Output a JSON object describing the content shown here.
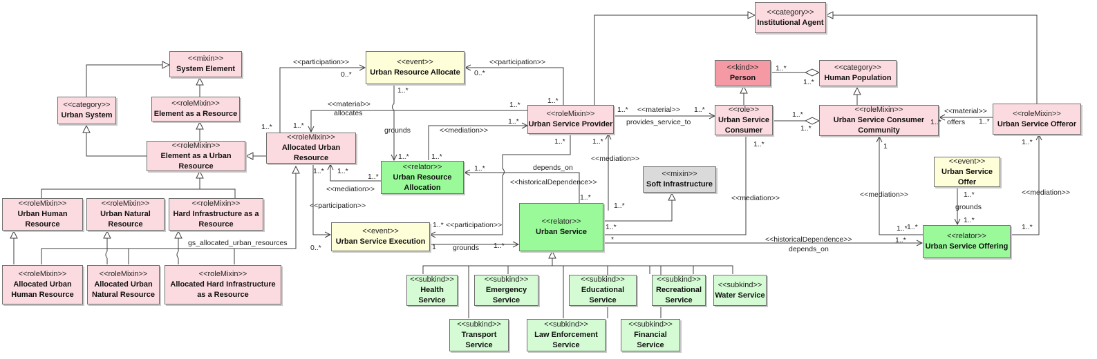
{
  "colors": {
    "pink": "#fbdbe0",
    "darkpink": "#f59aa5",
    "yellow": "#fefed8",
    "green": "#9afa9a",
    "lightgreen": "#d4fbd4",
    "gray": "#dadada",
    "line": "#3c3c3c"
  },
  "nodes": [
    {
      "id": "institutional-agent",
      "stereotype": "<<category>>",
      "name": "Institutional Agent",
      "color": "pink"
    },
    {
      "id": "system-element",
      "stereotype": "<<mixin>>",
      "name": "System Element",
      "color": "pink"
    },
    {
      "id": "urban-resource-allocate",
      "stereotype": "<<event>>",
      "name": "Urban Resource Allocate",
      "color": "yellow"
    },
    {
      "id": "person",
      "stereotype": "<<kind>>",
      "name": "Person",
      "color": "darkpink"
    },
    {
      "id": "human-population",
      "stereotype": "<<category>>",
      "name": "Human Population",
      "color": "pink"
    },
    {
      "id": "urban-system",
      "stereotype": "<<category>>",
      "name": "Urban System",
      "color": "pink"
    },
    {
      "id": "element-as-resource",
      "stereotype": "<<roleMixin>>",
      "name": "Element as a Resource",
      "color": "pink"
    },
    {
      "id": "urban-service-provider",
      "stereotype": "<<roleMixin>>",
      "name": "Urban Service Provider",
      "color": "pink"
    },
    {
      "id": "urban-service-consumer",
      "stereotype": "<<role>>",
      "name": "Urban Service Consumer",
      "color": "pink"
    },
    {
      "id": "urban-service-consumer-community",
      "stereotype": "<<roleMixin>>",
      "name": "Urban Service Consumer Community",
      "color": "pink"
    },
    {
      "id": "urban-service-offeror",
      "stereotype": "<<roleMixin>>",
      "name": "Urban Service Offeror",
      "color": "pink"
    },
    {
      "id": "element-as-urban-resource",
      "stereotype": "<<roleMixin>>",
      "name": "Element as a Urban Resource",
      "color": "pink"
    },
    {
      "id": "allocated-urban-resource",
      "stereotype": "<<roleMixin>>",
      "name": "Allocated Urban Resource",
      "color": "pink"
    },
    {
      "id": "urban-resource-allocation",
      "stereotype": "<<relator>>",
      "name": "Urban Resource Allocation",
      "color": "green"
    },
    {
      "id": "soft-infrastructure",
      "stereotype": "<<mixin>>",
      "name": "Soft Infrastructure",
      "color": "gray"
    },
    {
      "id": "urban-service-offer",
      "stereotype": "<<event>>",
      "name": "Urban Service Offer",
      "color": "yellow"
    },
    {
      "id": "urban-human-resource",
      "stereotype": "<<roleMixin>>",
      "name": "Urban Human Resource",
      "color": "pink"
    },
    {
      "id": "urban-natural-resource",
      "stereotype": "<<roleMixin>>",
      "name": "Urban Natural Resource",
      "color": "pink"
    },
    {
      "id": "hard-infrastructure-resource",
      "stereotype": "<<roleMixin>>",
      "name": "Hard Infrastructure as a Resource",
      "color": "pink"
    },
    {
      "id": "urban-service-execution",
      "stereotype": "<<event>>",
      "name": "Urban Service Execution",
      "color": "yellow"
    },
    {
      "id": "urban-service",
      "stereotype": "<<relator>>",
      "name": "Urban Service",
      "color": "green"
    },
    {
      "id": "urban-service-offering",
      "stereotype": "<<relator>>",
      "name": "Urban Service Offering",
      "color": "green"
    },
    {
      "id": "allocated-urban-human-resource",
      "stereotype": "<<roleMixin>>",
      "name": "Allocated Urban Human Resource",
      "color": "pink"
    },
    {
      "id": "allocated-urban-natural-resource",
      "stereotype": "<<roleMixin>>",
      "name": "Allocated Urban Natural Resource",
      "color": "pink"
    },
    {
      "id": "allocated-hard-infrastructure",
      "stereotype": "<<roleMixin>>",
      "name": "Allocated Hard Infrastructure as a Resource",
      "color": "pink"
    },
    {
      "id": "health-service",
      "stereotype": "<<subkind>>",
      "name": "Health Service",
      "color": "lightgreen"
    },
    {
      "id": "emergency-service",
      "stereotype": "<<subkind>>",
      "name": "Emergency Service",
      "color": "lightgreen"
    },
    {
      "id": "educational-service",
      "stereotype": "<<subkind>>",
      "name": "Educational Service",
      "color": "lightgreen"
    },
    {
      "id": "recreational-service",
      "stereotype": "<<subkind>>",
      "name": "Recreational Service",
      "color": "lightgreen"
    },
    {
      "id": "water-service",
      "stereotype": "<<subkind>>",
      "name": "Water Service",
      "color": "lightgreen"
    },
    {
      "id": "transport-service",
      "stereotype": "<<subkind>>",
      "name": "Transport Service",
      "color": "lightgreen"
    },
    {
      "id": "law-enforcement-service",
      "stereotype": "<<subkind>>",
      "name": "Law Enforcement Service",
      "color": "lightgreen"
    },
    {
      "id": "financial-service",
      "stereotype": "<<subkind>>",
      "name": "Financial Service",
      "color": "lightgreen"
    }
  ],
  "labels": [
    {
      "id": "participation-1",
      "text": "<<participation>>"
    },
    {
      "id": "mult-0n-a",
      "text": "0..*"
    },
    {
      "id": "participation-2",
      "text": "<<participation>>"
    },
    {
      "id": "mult-0n-b",
      "text": "0..*"
    },
    {
      "id": "mult-1n-a",
      "text": "1..*"
    },
    {
      "id": "mult-1n-b",
      "text": "1..*"
    },
    {
      "id": "material-1",
      "text": "<<material>>"
    },
    {
      "id": "allocates",
      "text": "allocates"
    },
    {
      "id": "mult-1n-c",
      "text": "1..*"
    },
    {
      "id": "mult-1n-d",
      "text": "1..*"
    },
    {
      "id": "mult-1n-e",
      "text": "1..*"
    },
    {
      "id": "mult-1n-f",
      "text": "1..*"
    },
    {
      "id": "grounds-1",
      "text": "grounds"
    },
    {
      "id": "mediation-1",
      "text": "<<mediation>>"
    },
    {
      "id": "mult-1n-g",
      "text": "1..*"
    },
    {
      "id": "mult-1n-h",
      "text": "1..*"
    },
    {
      "id": "mult-1n-i",
      "text": "1..*"
    },
    {
      "id": "mult-1n-j",
      "text": "1..*"
    },
    {
      "id": "mult-1n-k",
      "text": "1..*"
    },
    {
      "id": "mult-1n-l",
      "text": "1..*"
    },
    {
      "id": "mediation-2",
      "text": "<<mediation>>"
    },
    {
      "id": "depends-on-1",
      "text": "depends_on"
    },
    {
      "id": "historical-1",
      "text": "<<historicalDependence>>"
    },
    {
      "id": "mult-1n-m",
      "text": "1..*"
    },
    {
      "id": "mediation-3",
      "text": "<<mediation>>"
    },
    {
      "id": "mult-1n-n",
      "text": "1..*"
    },
    {
      "id": "mult-1n-o",
      "text": "1..*"
    },
    {
      "id": "material-2",
      "text": "<<material>>"
    },
    {
      "id": "mult-1n-p",
      "text": "1..*"
    },
    {
      "id": "provides-service-to",
      "text": "provides_service_to"
    },
    {
      "id": "mult-1n-q",
      "text": "1..*"
    },
    {
      "id": "mult-1n-r",
      "text": "1..*"
    },
    {
      "id": "mult-1n-s",
      "text": "1..*"
    },
    {
      "id": "mult-1n-t",
      "text": "1..*"
    },
    {
      "id": "mult-1n-u",
      "text": "1..*"
    },
    {
      "id": "mult-1n-v",
      "text": "1..*"
    },
    {
      "id": "mediation-4",
      "text": "<<mediation>>"
    },
    {
      "id": "material-3",
      "text": "<<material>>"
    },
    {
      "id": "mult-1n-w",
      "text": "1..*"
    },
    {
      "id": "offers",
      "text": "offers"
    },
    {
      "id": "mult-1n-x",
      "text": "1..*"
    },
    {
      "id": "mult-1-a",
      "text": "1"
    },
    {
      "id": "mult-1n-y",
      "text": "1..*"
    },
    {
      "id": "mediation-5",
      "text": "<<mediation>>"
    },
    {
      "id": "mediation-6",
      "text": "<<mediation>>"
    },
    {
      "id": "mult-1n-z",
      "text": "1..*"
    },
    {
      "id": "grounds-2",
      "text": "grounds"
    },
    {
      "id": "mult-1n-aa",
      "text": "1..*"
    },
    {
      "id": "mult-1n-ab",
      "text": "1..*"
    },
    {
      "id": "mult-1n-ac",
      "text": "1..*"
    },
    {
      "id": "mult-1n-ad",
      "text": "1..*"
    },
    {
      "id": "historical-2",
      "text": "<<historicalDependence>>"
    },
    {
      "id": "depends-on-2",
      "text": "depends_on"
    },
    {
      "id": "mult-star",
      "text": "*"
    },
    {
      "id": "participation-3",
      "text": "<<participation>>"
    },
    {
      "id": "mult-0n-c",
      "text": "0..*"
    },
    {
      "id": "mult-1n-ae",
      "text": "1..*"
    },
    {
      "id": "participation-4",
      "text": "<<participation>>"
    },
    {
      "id": "mult-1-b",
      "text": "1"
    },
    {
      "id": "grounds-3",
      "text": "grounds"
    },
    {
      "id": "mult-1n-af",
      "text": "1..*"
    },
    {
      "id": "gs-allocated",
      "text": "gs_allocated_urban_resources"
    },
    {
      "id": "mult-1n-ag",
      "text": "1..*"
    },
    {
      "id": "mult-1n-ah",
      "text": "1..*"
    },
    {
      "id": "mult-1n-ai",
      "text": "1..*"
    }
  ]
}
